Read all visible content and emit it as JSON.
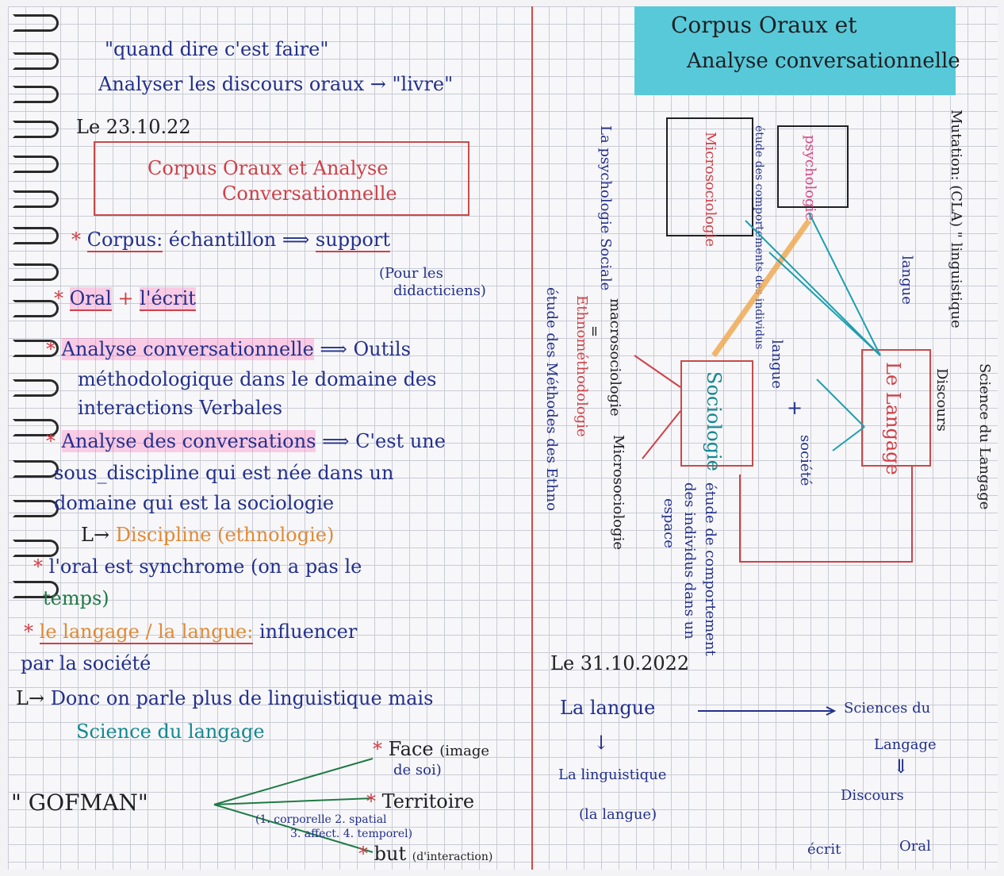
{
  "left": {
    "quote": "\"quand dire c'est faire\"",
    "analyser": "Analyser les discours oraux → \"livre\"",
    "date1": "Le 23.10.22",
    "box_title_line1": "Corpus Oraux et Analyse",
    "box_title_line2": "Conversationnelle",
    "corpus_label": "Corpus:",
    "corpus_text": "échantillon ⟹",
    "support": "support",
    "pour_les": "(Pour les",
    "didacticiens": "didacticiens)",
    "oral": "Oral",
    "plus": "+",
    "ecrit": "l'écrit",
    "analyse_conv": "Analyse conversationnelle",
    "outils": "⟹ Outils",
    "methodologique": "méthodologique dans le domaine des",
    "interactions": "interactions Verbales",
    "analyse_des_conv": "Analyse des conversations",
    "cest_une": "⟹ C'est une",
    "sous_discipline": "sous_discipline qui est née dans un",
    "domaine": "domaine qui est la sociologie",
    "discipline_arrow": "L→",
    "discipline": "Discipline (ethnologie)",
    "oral_sync": "l'oral est synchrome (on a pas le",
    "temps": "temps)",
    "langage_langue": "le langage / la langue:",
    "influencer": "influencer",
    "par_la_societe": "par la société",
    "donc_arrow": "L→",
    "donc": "Donc on parle plus de linguistique mais",
    "science_langage": "Science du langage",
    "gofman": "\" GOFMAN\"",
    "face": "Face",
    "image_de_soi": "(image",
    "de_soi": "de soi)",
    "territoire": "Territoire",
    "territoire_detail1": "(1. corporelle 2. spatial",
    "territoire_detail2": "3. affect. 4. temporel)",
    "but": "but",
    "interaction": "(d'interaction)"
  },
  "right": {
    "header_line1": "Corpus Oraux et",
    "header_line2": "Analyse conversationnelle",
    "psychologie": "psychologie",
    "microsociologie_box": "Microsociologie",
    "psychologie_sociale": "La psychologie Sociale",
    "etude_comportement": "étude des comportements des individus",
    "mutation": "Mutation: (CLA) \" linguistique",
    "science_du_langage": "Science du Langage",
    "discours": "Discours",
    "langue_vert": "langue",
    "le_langage": "Le Langage",
    "langue_plus": "langue",
    "plus_sign": "+",
    "societe": "société",
    "sociologie": "Sociologie",
    "macrosociologie": "macrosociologie",
    "equals": "=",
    "ethnomethodologie": "Ethnométhodologie",
    "etude_methodes": "étude des Méthodes des Ethno",
    "microsociologie": "Microsociologie",
    "etude_comportement2": "étude de comportement",
    "des_individus": "des individus dans un",
    "espace": "espace",
    "date2": "Le 31.10.2022",
    "la_langue": "La langue",
    "sciences_du": "Sciences du",
    "langage": "Langage",
    "la_linguistique": "La linguistique",
    "la_langue_paren": "(la langue)",
    "discours2": "Discours",
    "ecrit2": "écrit",
    "oral2": "Oral"
  }
}
